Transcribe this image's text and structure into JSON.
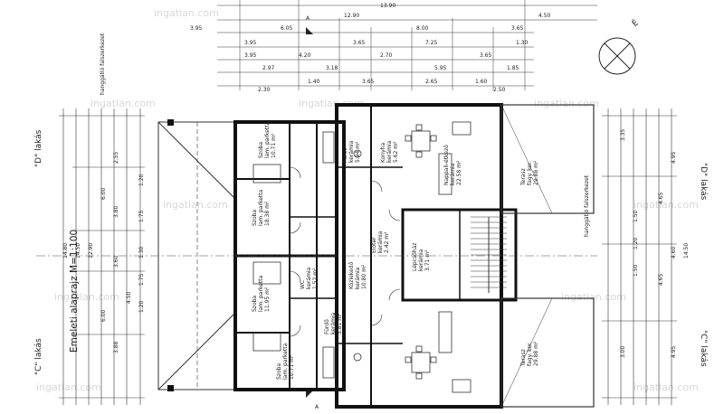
{
  "title": "Emeleti alaprajz M=1:100",
  "units": {
    "c": "\"C\" lakás",
    "d": "\"D\" lakás"
  },
  "north": "É",
  "section_marks": [
    "A",
    "A"
  ],
  "notes": {
    "top": "hanggátló falszerkezet",
    "right": "hanggátló falszerkezet"
  },
  "watermark": "ingatlan.com",
  "top_dims": {
    "row1": [
      "12.90",
      "13.90",
      "4.50"
    ],
    "row2": [
      "3.95",
      "6.05",
      "8.00",
      "3.65"
    ],
    "row3": [
      "3.95",
      "3.65",
      "7.25",
      "1.30"
    ],
    "row4": [
      "3.95",
      "4.20",
      "2.70",
      "3.65"
    ],
    "row5": [
      "2.97",
      "3.18",
      "5.95",
      "1.85"
    ],
    "row6": [
      "2.30",
      "1.40",
      "3.65",
      "2.65",
      "1.60",
      "2.50"
    ]
  },
  "left_dims": {
    "total": "14.80",
    "a": "14.50",
    "b": "12.90",
    "c": [
      "6.00",
      "6.00"
    ],
    "d": [
      "2.55",
      "3.80",
      "3.60",
      "3.88",
      "4.50"
    ],
    "e": [
      "1.20",
      "1.75",
      "1.30",
      "1.75",
      "1.20"
    ]
  },
  "right_dims": {
    "total": "14.50",
    "a": [
      "4.95",
      "4.60",
      "4.95"
    ],
    "b": [
      "3.35",
      "4.65",
      "4.65",
      "3.00"
    ],
    "c": [
      "1.50",
      "1.20",
      "1.50"
    ]
  },
  "rooms": [
    {
      "name": "Szoba",
      "floor": "lam. parketta",
      "area": "10.71 m²"
    },
    {
      "name": "Szoba",
      "floor": "lam. parketta",
      "area": "18.38 m²"
    },
    {
      "name": "Szoba",
      "floor": "lam. parketta",
      "area": "11.95 m²"
    },
    {
      "name": "Szoba",
      "floor": "lam. parketta",
      "area": "10.71 m²"
    },
    {
      "name": "Fürdő",
      "floor": "kerámia",
      "area": "5.94 m²"
    },
    {
      "name": "Fürdő",
      "floor": "kerámia",
      "area": "3.81 m²"
    },
    {
      "name": "WC",
      "floor": "kerámia",
      "area": "1.52 m²"
    },
    {
      "name": "Konyha",
      "floor": "kerámia",
      "area": "5.62 m²"
    },
    {
      "name": "Nappali-étkező",
      "floor": "kerámia",
      "area": "22.58 m²"
    },
    {
      "name": "Lépcsőház",
      "floor": "kerámia",
      "area": "3.71 m²"
    },
    {
      "name": "Közlekedő",
      "floor": "kerámia",
      "area": "10.80 m²"
    },
    {
      "name": "Előtér",
      "floor": "kerámia",
      "area": "2.42 m²"
    },
    {
      "name": "Terasz",
      "floor": "fagy. ker.",
      "area": "29.88 m²"
    },
    {
      "name": "Terasz",
      "floor": "fagy. ker.",
      "area": "29.88 m²"
    }
  ]
}
